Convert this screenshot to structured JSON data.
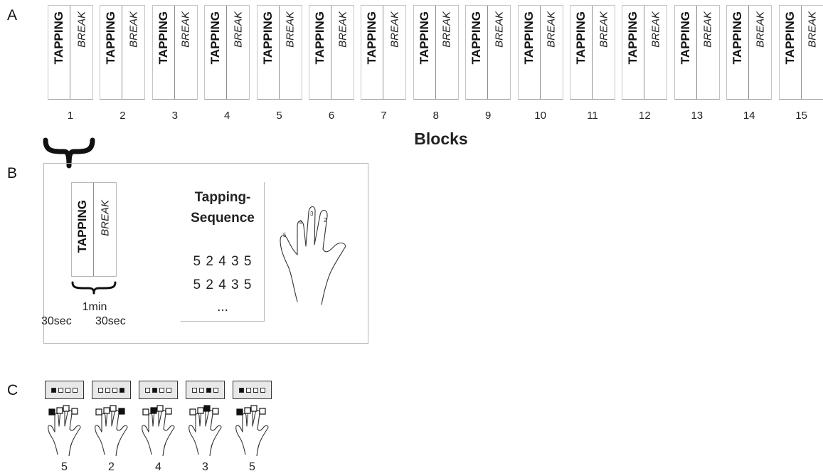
{
  "panel_labels": {
    "a": "A",
    "b": "B",
    "c": "C"
  },
  "blocks": {
    "tapping_label": "TAPPING",
    "break_label": "BREAK",
    "numbers": [
      "1",
      "2",
      "3",
      "4",
      "5",
      "6",
      "7",
      "8",
      "9",
      "10",
      "11",
      "12",
      "13",
      "14",
      "15"
    ],
    "axis_label": "Blocks"
  },
  "detail": {
    "tapping_label": "TAPPING",
    "break_label": "BREAK",
    "total_duration": "1min",
    "tapping_duration": "30sec",
    "break_duration": "30sec",
    "sequence_title_line1": "Tapping-",
    "sequence_title_line2": "Sequence",
    "sequence_lines": [
      "5 2 4 3 5",
      "5 2 4 3 5"
    ],
    "sequence_ellipsis": "...",
    "finger_numbers": [
      "2",
      "3",
      "4",
      "5"
    ]
  },
  "trials": [
    {
      "finger": "5",
      "lit_index": 0
    },
    {
      "finger": "2",
      "lit_index": 3
    },
    {
      "finger": "4",
      "lit_index": 1
    },
    {
      "finger": "3",
      "lit_index": 2
    },
    {
      "finger": "5",
      "lit_index": 0
    }
  ]
}
